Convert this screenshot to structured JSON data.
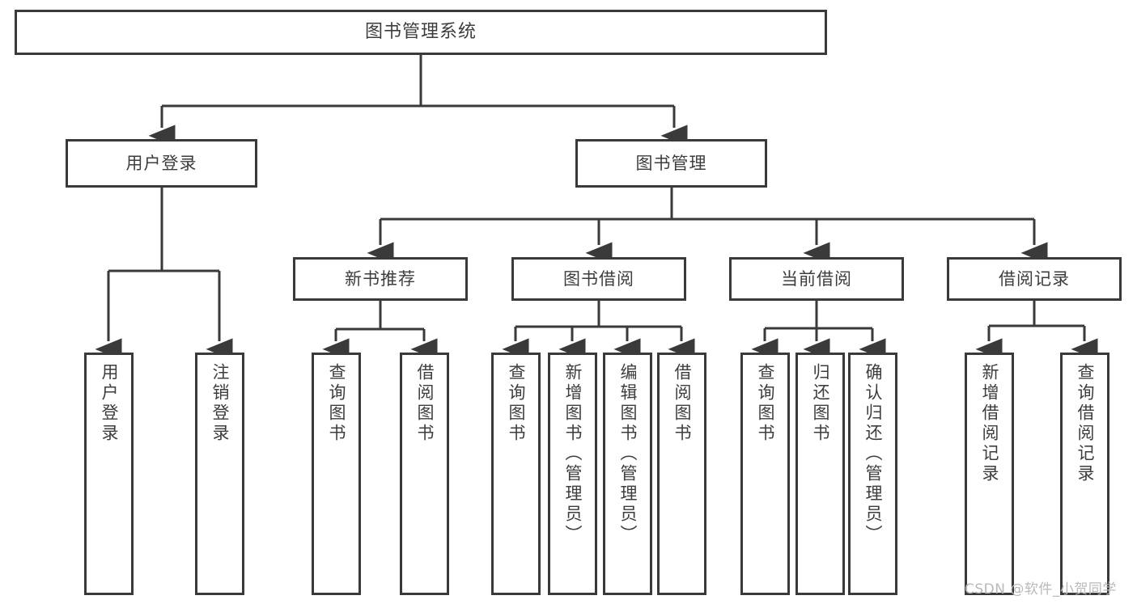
{
  "diagram": {
    "title": "图书管理系统",
    "type": "hierarchy-tree",
    "root": {
      "label": "图书管理系统"
    },
    "level1": [
      {
        "label": "用户登录"
      },
      {
        "label": "图书管理"
      }
    ],
    "level2": [
      {
        "label": "新书推荐"
      },
      {
        "label": "图书借阅"
      },
      {
        "label": "当前借阅"
      },
      {
        "label": "借阅记录"
      }
    ],
    "leaves": {
      "user_login": [
        {
          "label": "用户登录"
        },
        {
          "label": "注销登录"
        }
      ],
      "new_book_recommend": [
        {
          "label": "查询图书"
        },
        {
          "label": "借阅图书"
        }
      ],
      "book_borrow": [
        {
          "label": "查询图书"
        },
        {
          "label": "新增图书（管理员）"
        },
        {
          "label": "编辑图书（管理员）"
        },
        {
          "label": "借阅图书"
        }
      ],
      "current_borrow": [
        {
          "label": "查询图书"
        },
        {
          "label": "归还图书"
        },
        {
          "label": "确认归还（管理员）"
        }
      ],
      "borrow_record": [
        {
          "label": "新增借阅记录"
        },
        {
          "label": "查询借阅记录"
        }
      ]
    }
  },
  "watermark": {
    "text": "CSDN @软件_小贺同学"
  },
  "colors": {
    "stroke": "#3a3a3a",
    "text": "#3d3d3d",
    "background": "#ffffff",
    "watermark": "#b9b9b9"
  }
}
